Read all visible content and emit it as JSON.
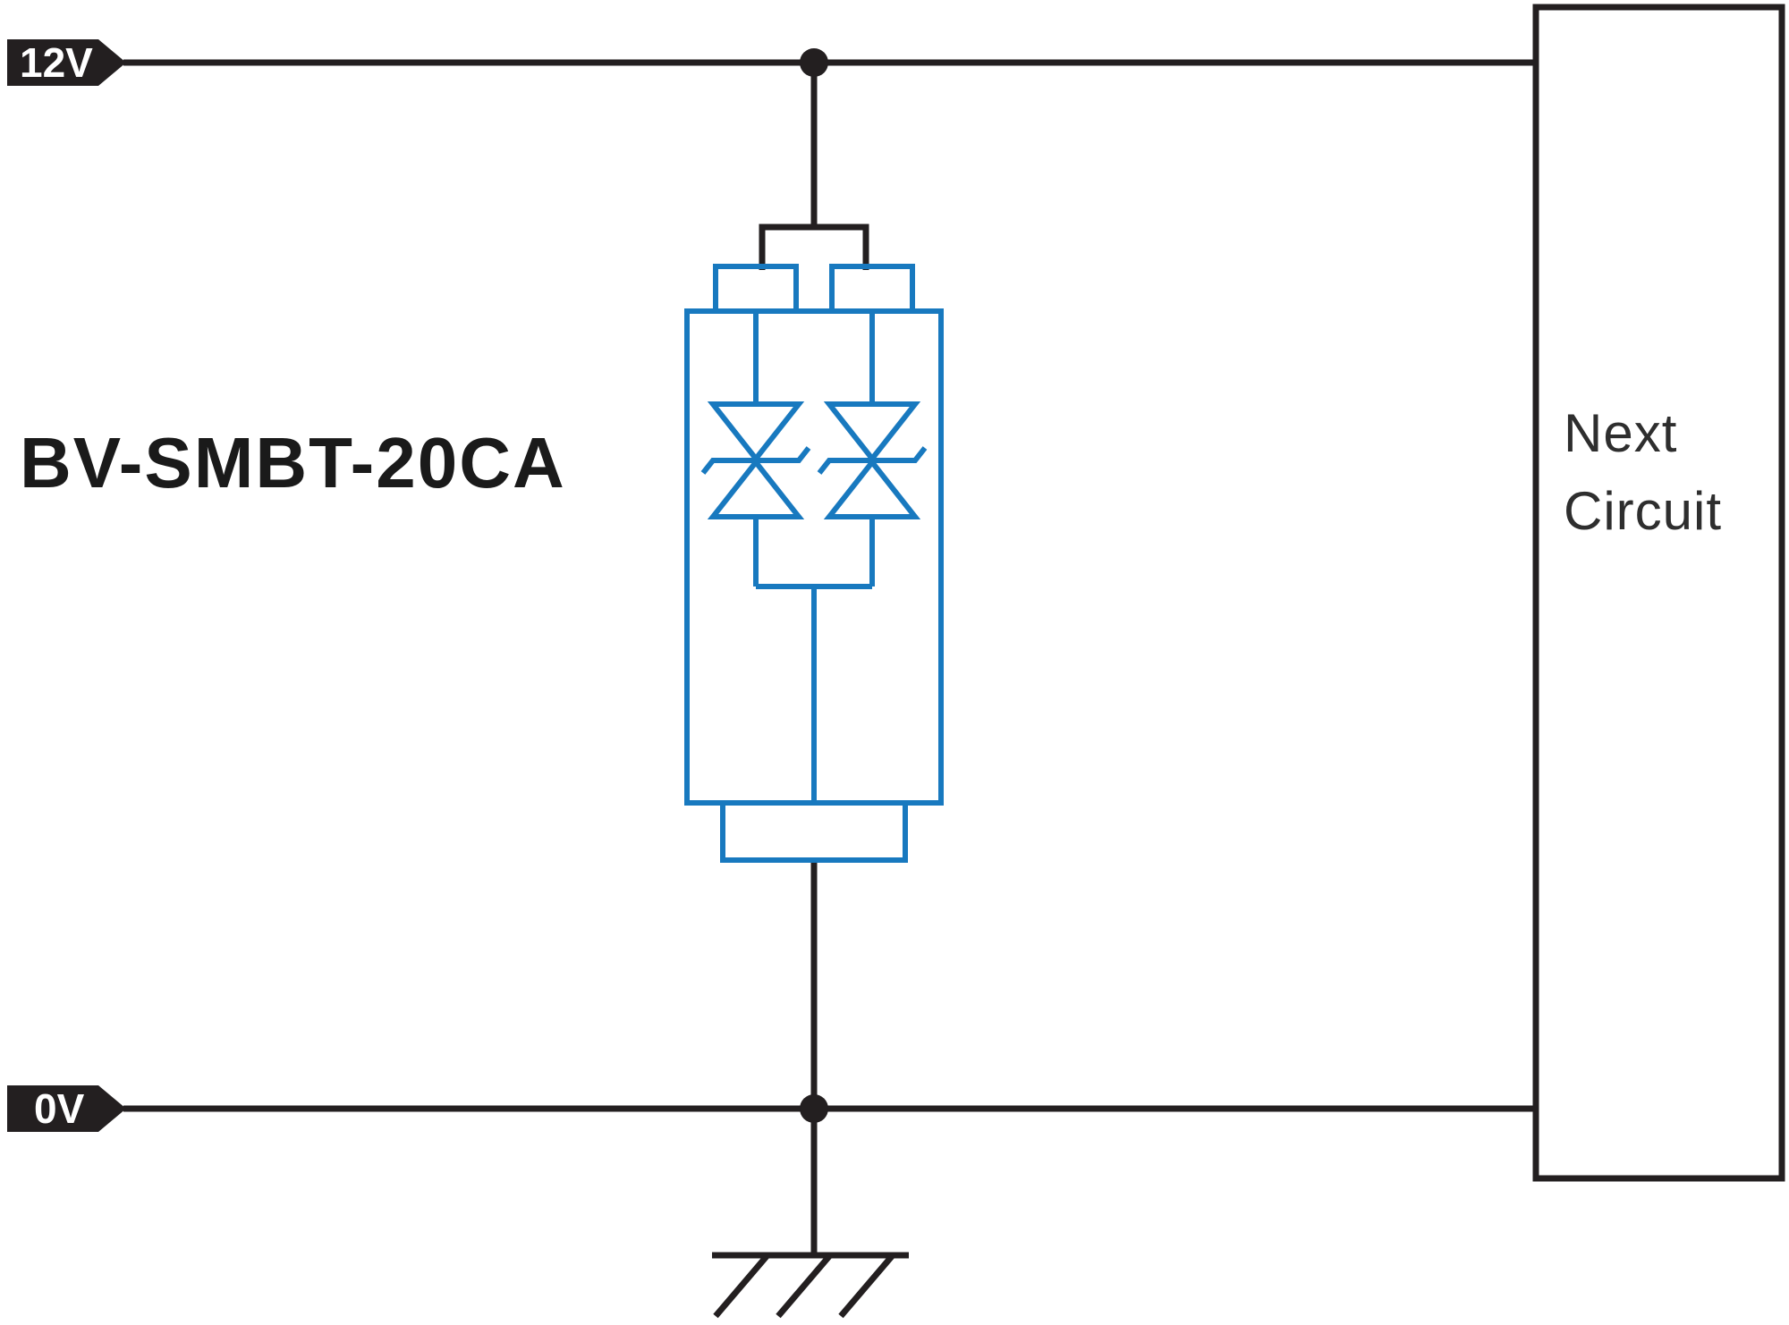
{
  "diagram": {
    "component_label": "BV-SMBT-20CA",
    "rail_top_label": "12V",
    "rail_bottom_label": "0V",
    "next_circuit_line1": "Next",
    "next_circuit_line2": "Circuit",
    "colors": {
      "wire": "#231f20",
      "component": "#1879bf",
      "text": "#2e2e2e",
      "background": "#ffffff"
    },
    "icons": {
      "ground": "earth-ground-icon",
      "tvs": "bidirectional-tvs-diode-icon",
      "junction": "junction-dot"
    }
  }
}
